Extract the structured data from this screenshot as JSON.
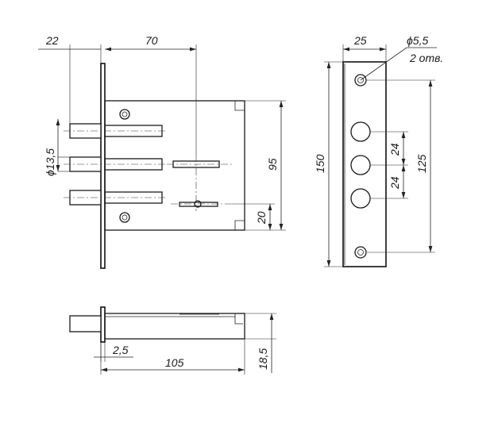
{
  "dimensions": {
    "top_left_width": "22",
    "top_lock_depth": "70",
    "bolt_diameter": "ϕ13,5",
    "cylinder_to_bolts": "95",
    "cylinder_offset": "20",
    "strip_width": "25",
    "hole_diameter": "ϕ5,5",
    "hole_count": "2 отв.",
    "strip_length": "150",
    "hole_spacing": "125",
    "bolt_pitch_1": "24",
    "bolt_pitch_2": "24",
    "side_protrusion": "2,5",
    "side_length": "105",
    "side_thickness": "18,5"
  }
}
